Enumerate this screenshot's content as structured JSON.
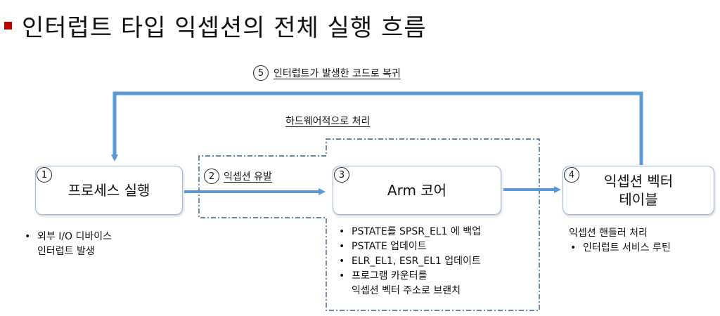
{
  "title": "인터럽트 타입 익셉션의 전체 실행 흐름",
  "colors": {
    "accent": "#c00000",
    "arrow": "#5b9bd5",
    "dashed_border": "#2f5f8a",
    "box_border": "#9bb7d4"
  },
  "steps": {
    "step1": {
      "number": "1",
      "label": "프로세스 실행"
    },
    "step2": {
      "number": "2",
      "label": "익셉션 유발"
    },
    "step3": {
      "number": "3",
      "label": "Arm 코어"
    },
    "step4": {
      "number": "4",
      "label": "익셉션 벡터\n테이블"
    },
    "step5": {
      "number": "5",
      "label": "인터럽트가 발생한 코드로 복귀"
    }
  },
  "hardware_label": "하드웨어적으로 처리",
  "notes": {
    "process": [
      "외부 I/O 디바이스",
      "인터럽트 발생"
    ],
    "core": [
      "PSTATE를 SPSR_EL1 에 백업",
      "PSTATE 업데이트",
      "ELR_EL1, ESR_EL1 업데이트",
      "프로그램 카운터를",
      "익셉션 벡터 주소로 브랜치"
    ],
    "vector_heading": "익셉션 핸들러 처리",
    "vector": [
      "인터럽트 서비스 루틴"
    ]
  }
}
